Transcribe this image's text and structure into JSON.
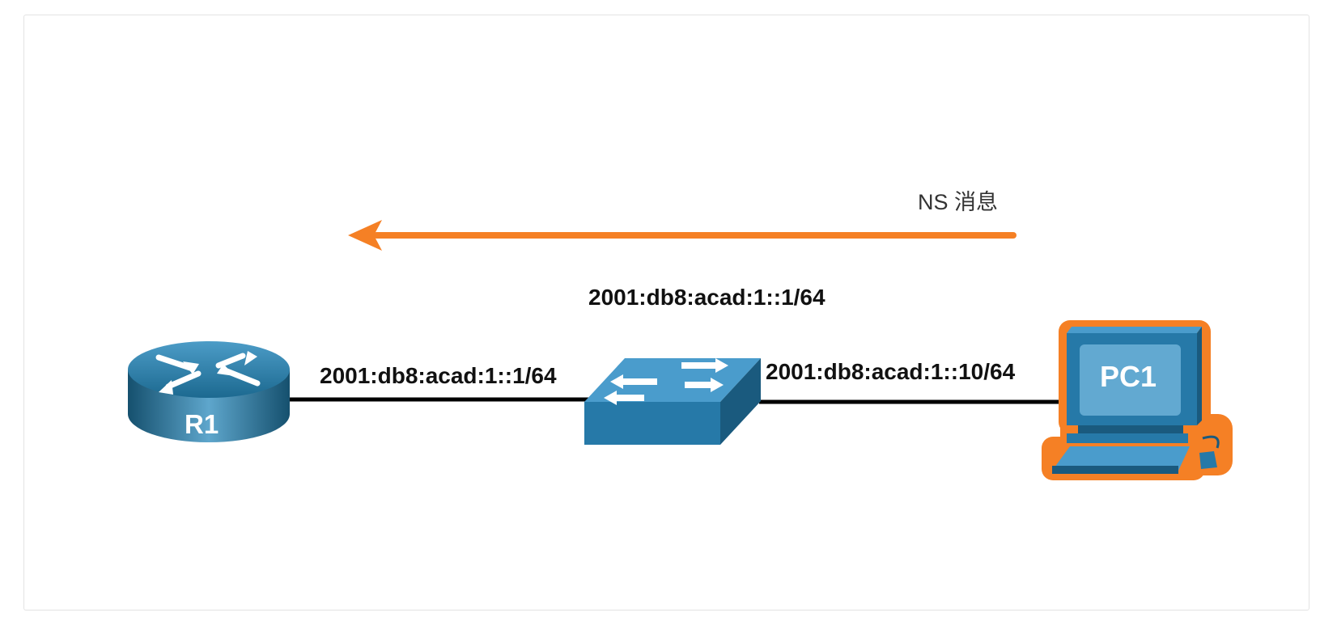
{
  "message": {
    "label": "NS 消息",
    "color": "#f58025"
  },
  "switch_address": "2001:db8:acad:1::1/64",
  "links": {
    "r1_address": "2001:db8:acad:1::1/64",
    "pc1_address": "2001:db8:acad:1::10/64"
  },
  "devices": {
    "router": {
      "label": "R1",
      "icon": "router-icon"
    },
    "switch": {
      "icon": "switch-icon"
    },
    "pc": {
      "label": "PC1",
      "icon": "pc-icon",
      "highlight": "#f58025"
    }
  },
  "colors": {
    "device_blue": "#2779a7",
    "device_dark": "#17516f",
    "arrow": "#f58025"
  }
}
